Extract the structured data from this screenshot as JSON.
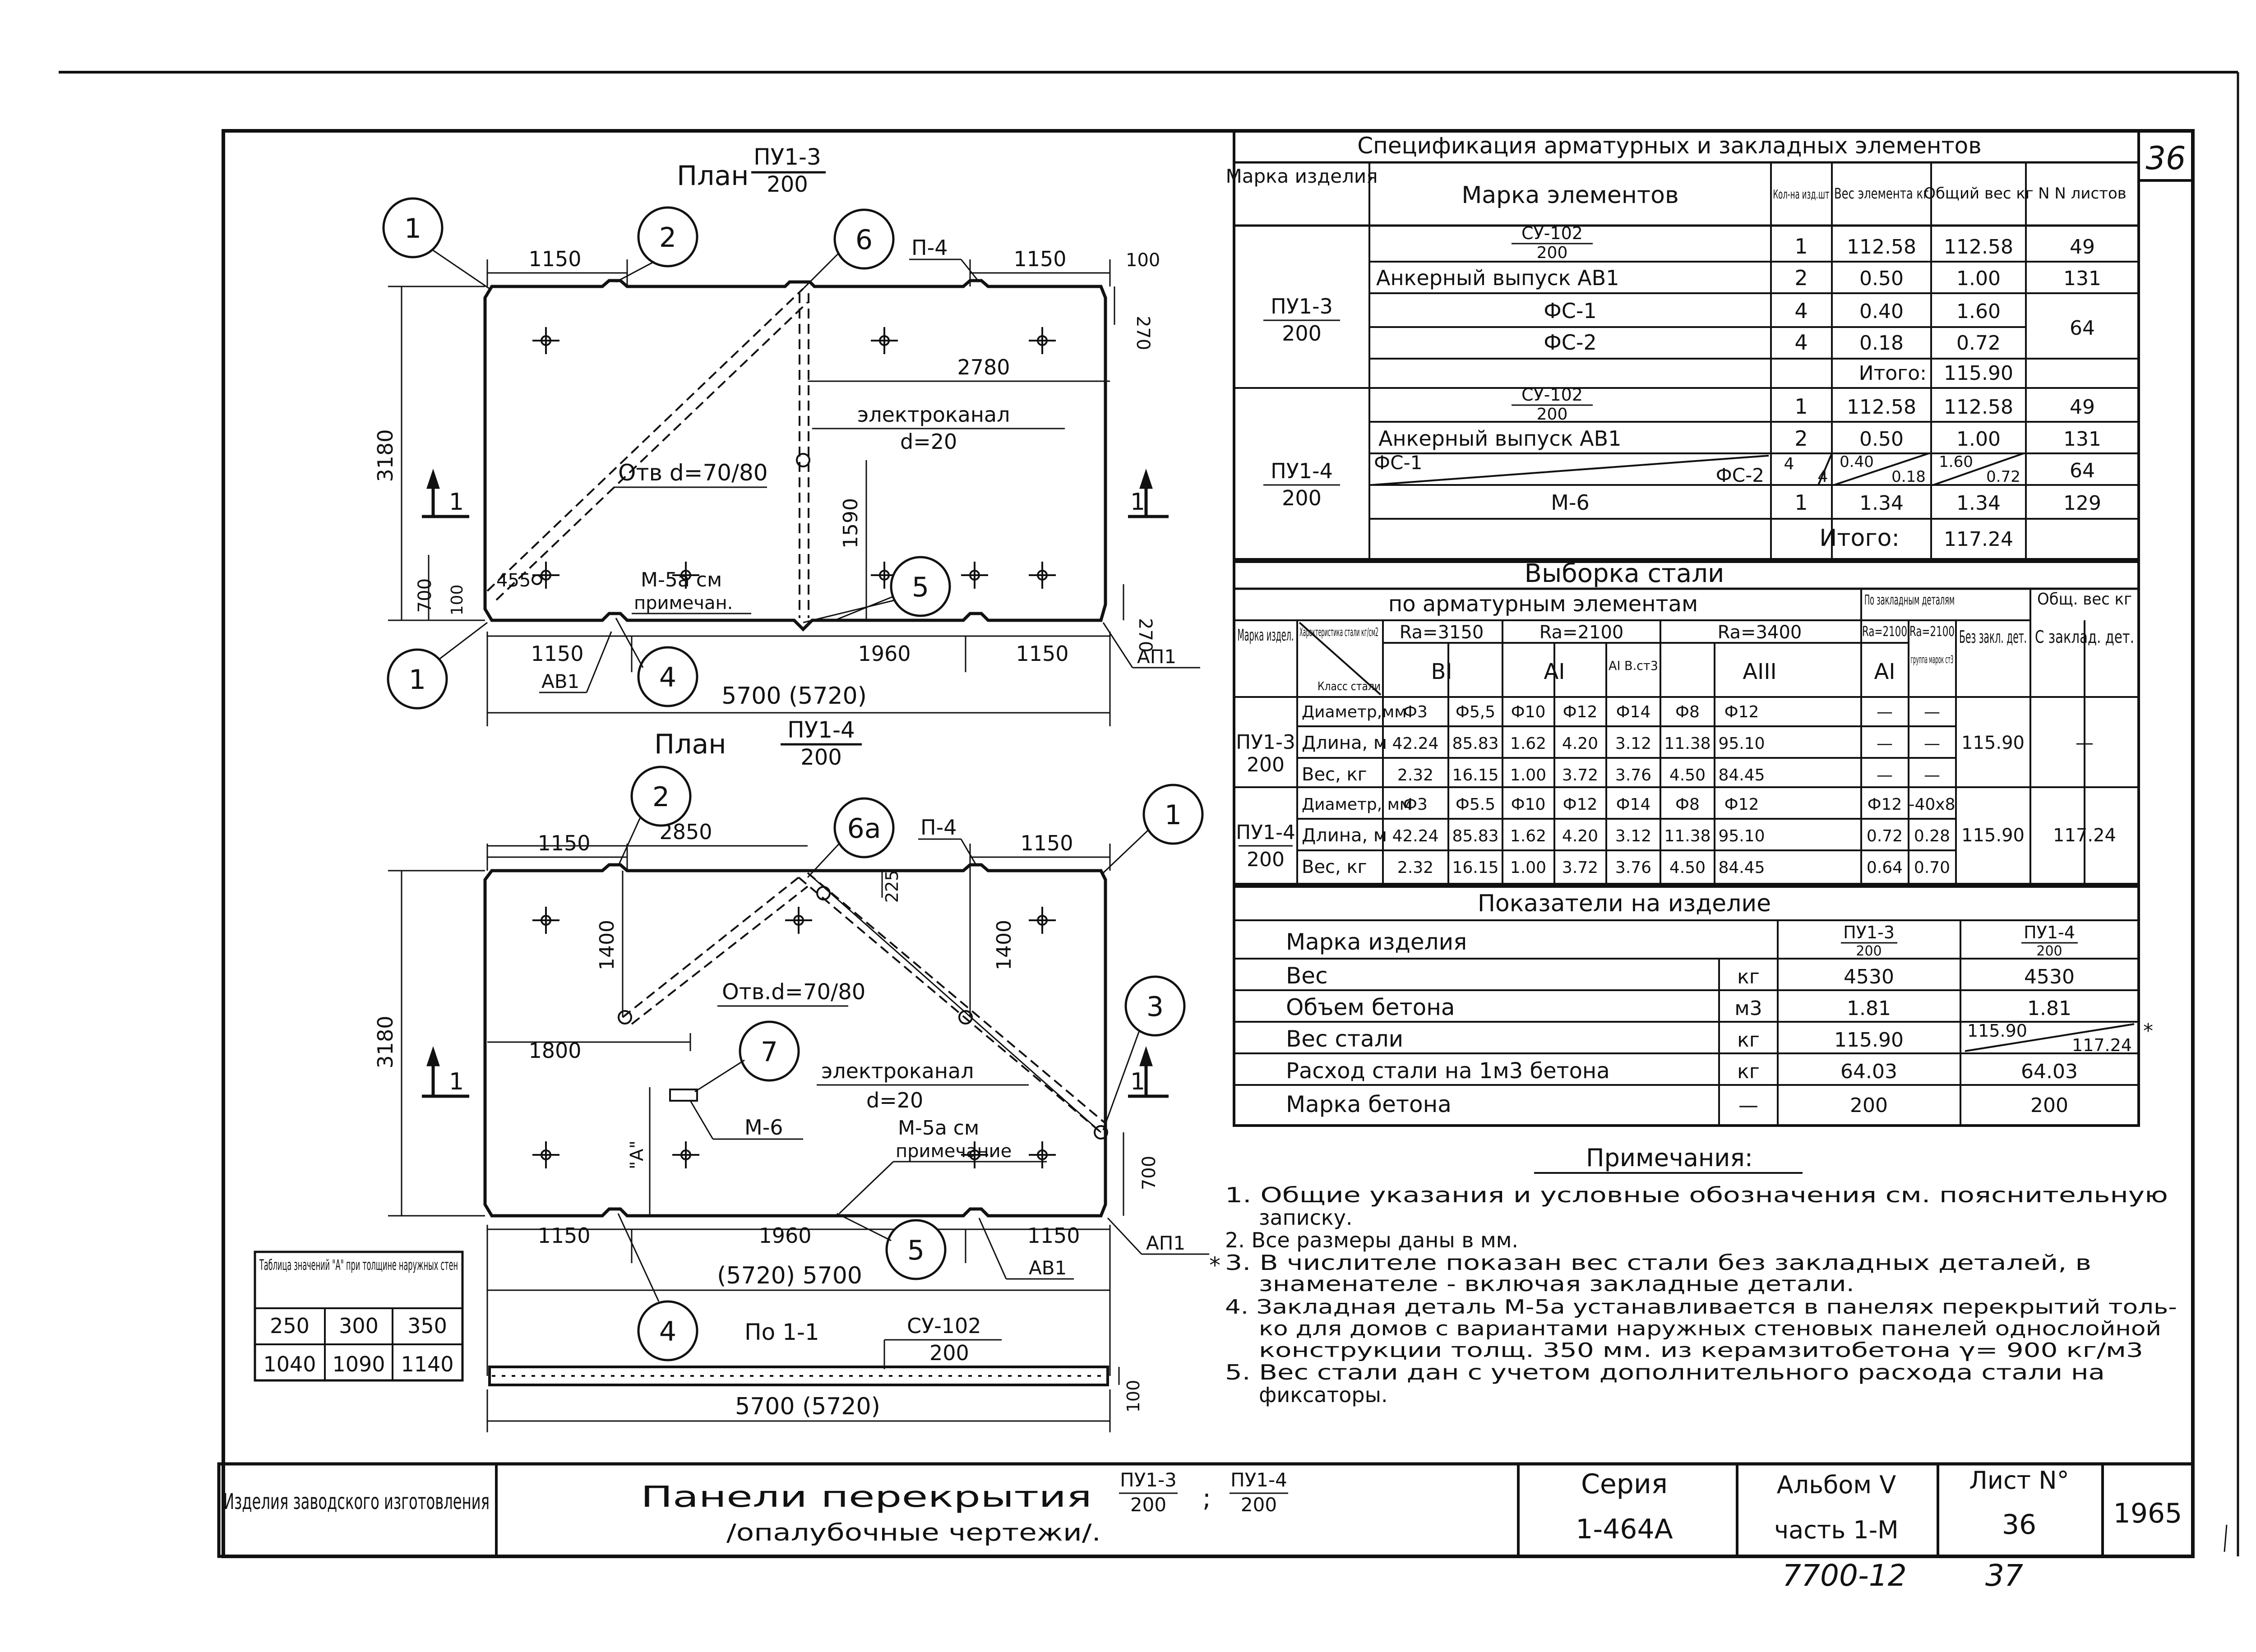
{
  "sheet_number_corner": "36",
  "plan1": {
    "title": "План",
    "frac_num": "ПУ1-3",
    "frac_den": "200",
    "d1150a": "1150",
    "d1150b": "1150",
    "d1150c": "1150",
    "d1150d": "1150",
    "d100": "100",
    "d270a": "270",
    "d270b": "270",
    "d2780": "2780",
    "d3180": "3180",
    "d1590": "1590",
    "d700": "700",
    "d100b": "100",
    "d455": "455",
    "d1960": "1960",
    "d5700": "5700 (5720)",
    "p4": "П-4",
    "ab1": "АВ1",
    "ap1": "АП1",
    "elchannel": "электроканал",
    "d20": "d=20",
    "otv": "Отв d=70/80",
    "m5": "М-5а см",
    "m5note": "примечан.",
    "sec": "1"
  },
  "plan2": {
    "title": "План",
    "frac_num": "ПУ1-4",
    "frac_den": "200",
    "d1150a": "1150",
    "d1150b": "1150",
    "d1150c": "1150",
    "d1150d": "1150",
    "d2850": "2850",
    "d225": "225",
    "d1400a": "1400",
    "d1400b": "1400",
    "d3180": "3180",
    "d1800": "1800",
    "dA": "\"А\"",
    "d700": "700",
    "d1960": "1960",
    "d5700": "(5720) 5700",
    "p4": "П-4",
    "ab1": "АВ1",
    "ap1": "АП1",
    "otv": "Отв.d=70/80",
    "elchannel": "электроканал",
    "d20": "d=20",
    "m6": "М-6",
    "m5": "М-5а см",
    "m5note": "примечание",
    "sec": "1"
  },
  "callouts": [
    "1",
    "2",
    "6",
    "5",
    "1",
    "4",
    "2",
    "6а",
    "1",
    "3",
    "7",
    "5",
    "4"
  ],
  "section": {
    "title": "По 1-1",
    "su_num": "СУ-102",
    "su_den": "200",
    "d100": "100",
    "d5700": "5700 (5720)"
  },
  "tableA": {
    "title": "Таблица значений \"А\" при толщине наружных стен",
    "row1": [
      "250",
      "300",
      "350"
    ],
    "row2": [
      "1040",
      "1090",
      "1140"
    ]
  },
  "spec": {
    "title": "Спецификация арматурных и закладных элементов",
    "headers": [
      "Марка изделия",
      "Марка элементов",
      "Кол-на изд.шт",
      "Вес элемента кг",
      "Общий вес кг",
      "N N листов"
    ],
    "g1_mark_num": "ПУ1-3",
    "g1_mark_den": "200",
    "g1_rows": [
      {
        "el_num": "СУ-102",
        "el_den": "200",
        "qty": "1",
        "w": "112.58",
        "tot": "112.58",
        "sheet": "49"
      },
      {
        "el": "Анкерный выпуск АВ1",
        "qty": "2",
        "w": "0.50",
        "tot": "1.00",
        "sheet": "131"
      },
      {
        "el": "ФС-1",
        "qty": "4",
        "w": "0.40",
        "tot": "1.60",
        "sheet": "64"
      },
      {
        "el": "ФС-2",
        "qty": "4",
        "w": "0.18",
        "tot": "0.72",
        "sheet": ""
      }
    ],
    "g1_total_label": "Итого:",
    "g1_total": "115.90",
    "g2_mark_num": "ПУ1-4",
    "g2_mark_den": "200",
    "g2_rows": [
      {
        "el_num": "СУ-102",
        "el_den": "200",
        "qty": "1",
        "w": "112.58",
        "tot": "112.58",
        "sheet": "49"
      },
      {
        "el": "Анкерный выпуск АВ1",
        "qty": "2",
        "w": "0.50",
        "tot": "1.00",
        "sheet": "131"
      },
      {
        "el": "ФС-1",
        "el2": "ФС-2",
        "qty": "4",
        "qty2": "4",
        "w": "0.40",
        "w2": "0.18",
        "tot": "1.60",
        "tot2": "0.72",
        "sheet": "64"
      },
      {
        "el": "М-6",
        "qty": "1",
        "w": "1.34",
        "tot": "1.34",
        "sheet": "129"
      }
    ],
    "g2_total_label": "Итого:",
    "g2_total": "117.24"
  },
  "steel": {
    "title": "Выборка стали",
    "sub1": "по арматурным элементам",
    "sub2": "По закладным деталям",
    "sub3": "Общ. вес кг",
    "h_mark": "Марка издел.",
    "h_char": "Характеристика стали кг/см2",
    "h_class": "Класс стали",
    "ra1": "Ra=3150",
    "ra2": "Ra=2100",
    "ra3": "Ra=3400",
    "ra4": "Ra=2100",
    "ra5": "Ra=2100",
    "cls": [
      "ВI",
      "АI",
      "АI В.ст3",
      "АIII",
      "АI",
      "группа марок ст3"
    ],
    "h_no": "Без закл. дет.",
    "h_with": "С заклад. дет.",
    "r1_mark_num": "ПУ1-3",
    "r1_mark_den": "200",
    "r2_mark_num": "ПУ1-4",
    "r2_mark_den": "200",
    "row_labels1": [
      "Диаметр,мм",
      "Длина, м",
      "Вес, кг"
    ],
    "row_labels2": [
      "Диаметр, мм",
      "Длина, м",
      "Вес, кг"
    ],
    "r1": [
      [
        "Ф3",
        "Ф5,5",
        "Ф10",
        "Ф12",
        "Ф14",
        "Ф8",
        "Ф12",
        "—",
        "—"
      ],
      [
        "42.24",
        "85.83",
        "1.62",
        "4.20",
        "3.12",
        "11.38",
        "95.10",
        "—",
        "—"
      ],
      [
        "2.32",
        "16.15",
        "1.00",
        "3.72",
        "3.76",
        "4.50",
        "84.45",
        "—",
        "—"
      ]
    ],
    "r2": [
      [
        "Ф3",
        "Ф5.5",
        "Ф10",
        "Ф12",
        "Ф14",
        "Ф8",
        "Ф12",
        "Ф12",
        "-40x8"
      ],
      [
        "42.24",
        "85.83",
        "1.62",
        "4.20",
        "3.12",
        "11.38",
        "95.10",
        "0.72",
        "0.28"
      ],
      [
        "2.32",
        "16.15",
        "1.00",
        "3.72",
        "3.76",
        "4.50",
        "84.45",
        "0.64",
        "0.70"
      ]
    ],
    "r1_no": "115.90",
    "r1_with": "—",
    "r2_no": "115.90",
    "r2_with": "117.24"
  },
  "ind": {
    "title": "Показатели на изделие",
    "h_mark": "Марка изделия",
    "h1_num": "ПУ1-3",
    "h1_den": "200",
    "h2_num": "ПУ1-4",
    "h2_den": "200",
    "rows": [
      {
        "label": "Вес",
        "unit": "кг",
        "v1": "4530",
        "v2": "4530"
      },
      {
        "label": "Объем бетона",
        "unit": "м3",
        "v1": "1.81",
        "v2": "1.81"
      },
      {
        "label": "Вес стали",
        "unit": "кг",
        "v1": "115.90",
        "v2a": "115.90",
        "v2b": "117.24"
      },
      {
        "label": "Расход стали на 1м3 бетона",
        "unit": "кг",
        "v1": "64.03",
        "v2": "64.03"
      },
      {
        "label": "Марка бетона",
        "unit": "—",
        "v1": "200",
        "v2": "200"
      }
    ],
    "star": "*"
  },
  "notes": {
    "title": "Примечания:",
    "lines": [
      "1. Общие указания и условные обозначения см. пояснительную",
      "записку.",
      "2. Все размеры даны в мм.",
      "3. В числителе показан вес стали без закладных деталей, в",
      "знаменателе - включая закладные детали.",
      "4. Закладная деталь М-5а устанавливается в панелях перекрытий толь-",
      "ко для домов с вариантами наружных стеновых панелей однослойной",
      "конструкции толщ. 350 мм. из керамзитобетона γ= 900 кг/м3",
      "5. Вес стали дан с учетом дополнительного расхода стали на",
      "фиксаторы."
    ],
    "star": "*"
  },
  "title_block": {
    "c1": "Изделия заводского изготовления",
    "c2a": "Панели перекрытия",
    "c2_n1": "ПУ1-3",
    "c2_d1": "200",
    "c2_n2": "ПУ1-4",
    "c2_d2": "200",
    "c2b": "/опалубочные чертежи/.",
    "c3a": "Серия",
    "c3b": "1-464А",
    "c4a": "Альбом V",
    "c4b": "часть 1-М",
    "c5a": "Лист N°",
    "c5b": "36",
    "c6": "1965"
  },
  "bottom": {
    "code": "7700-12",
    "page": "37"
  }
}
